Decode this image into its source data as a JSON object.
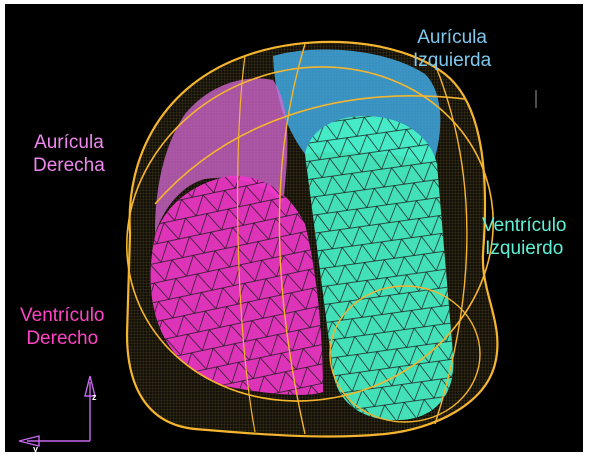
{
  "labels": {
    "aurícula_izquierda": {
      "line1": "Aurícula",
      "line2": "Izquierda",
      "color": "#7ec8ee"
    },
    "aurícula_derecha": {
      "line1": "Aurícula",
      "line2": "Derecha",
      "color": "#ee88ee"
    },
    "ventrículo_izquierdo": {
      "line1": "Ventrículo",
      "line2": "Izquierdo",
      "color": "#5ff0d6"
    },
    "ventrículo_derecho": {
      "line1": "Ventrículo",
      "line2": "Derecho",
      "color": "#ff44c6"
    }
  },
  "axes": {
    "z": "z",
    "y": "y"
  },
  "colors": {
    "background": "#000000",
    "pericardium_outline": "#f5b52e",
    "left_atrium": "#3fa8e0",
    "right_atrium": "#e070d8",
    "left_ventricle": "#46f2c8",
    "right_ventricle": "#ee36c8",
    "mesh": "#1a1a1a",
    "axis": "#c868f0"
  }
}
